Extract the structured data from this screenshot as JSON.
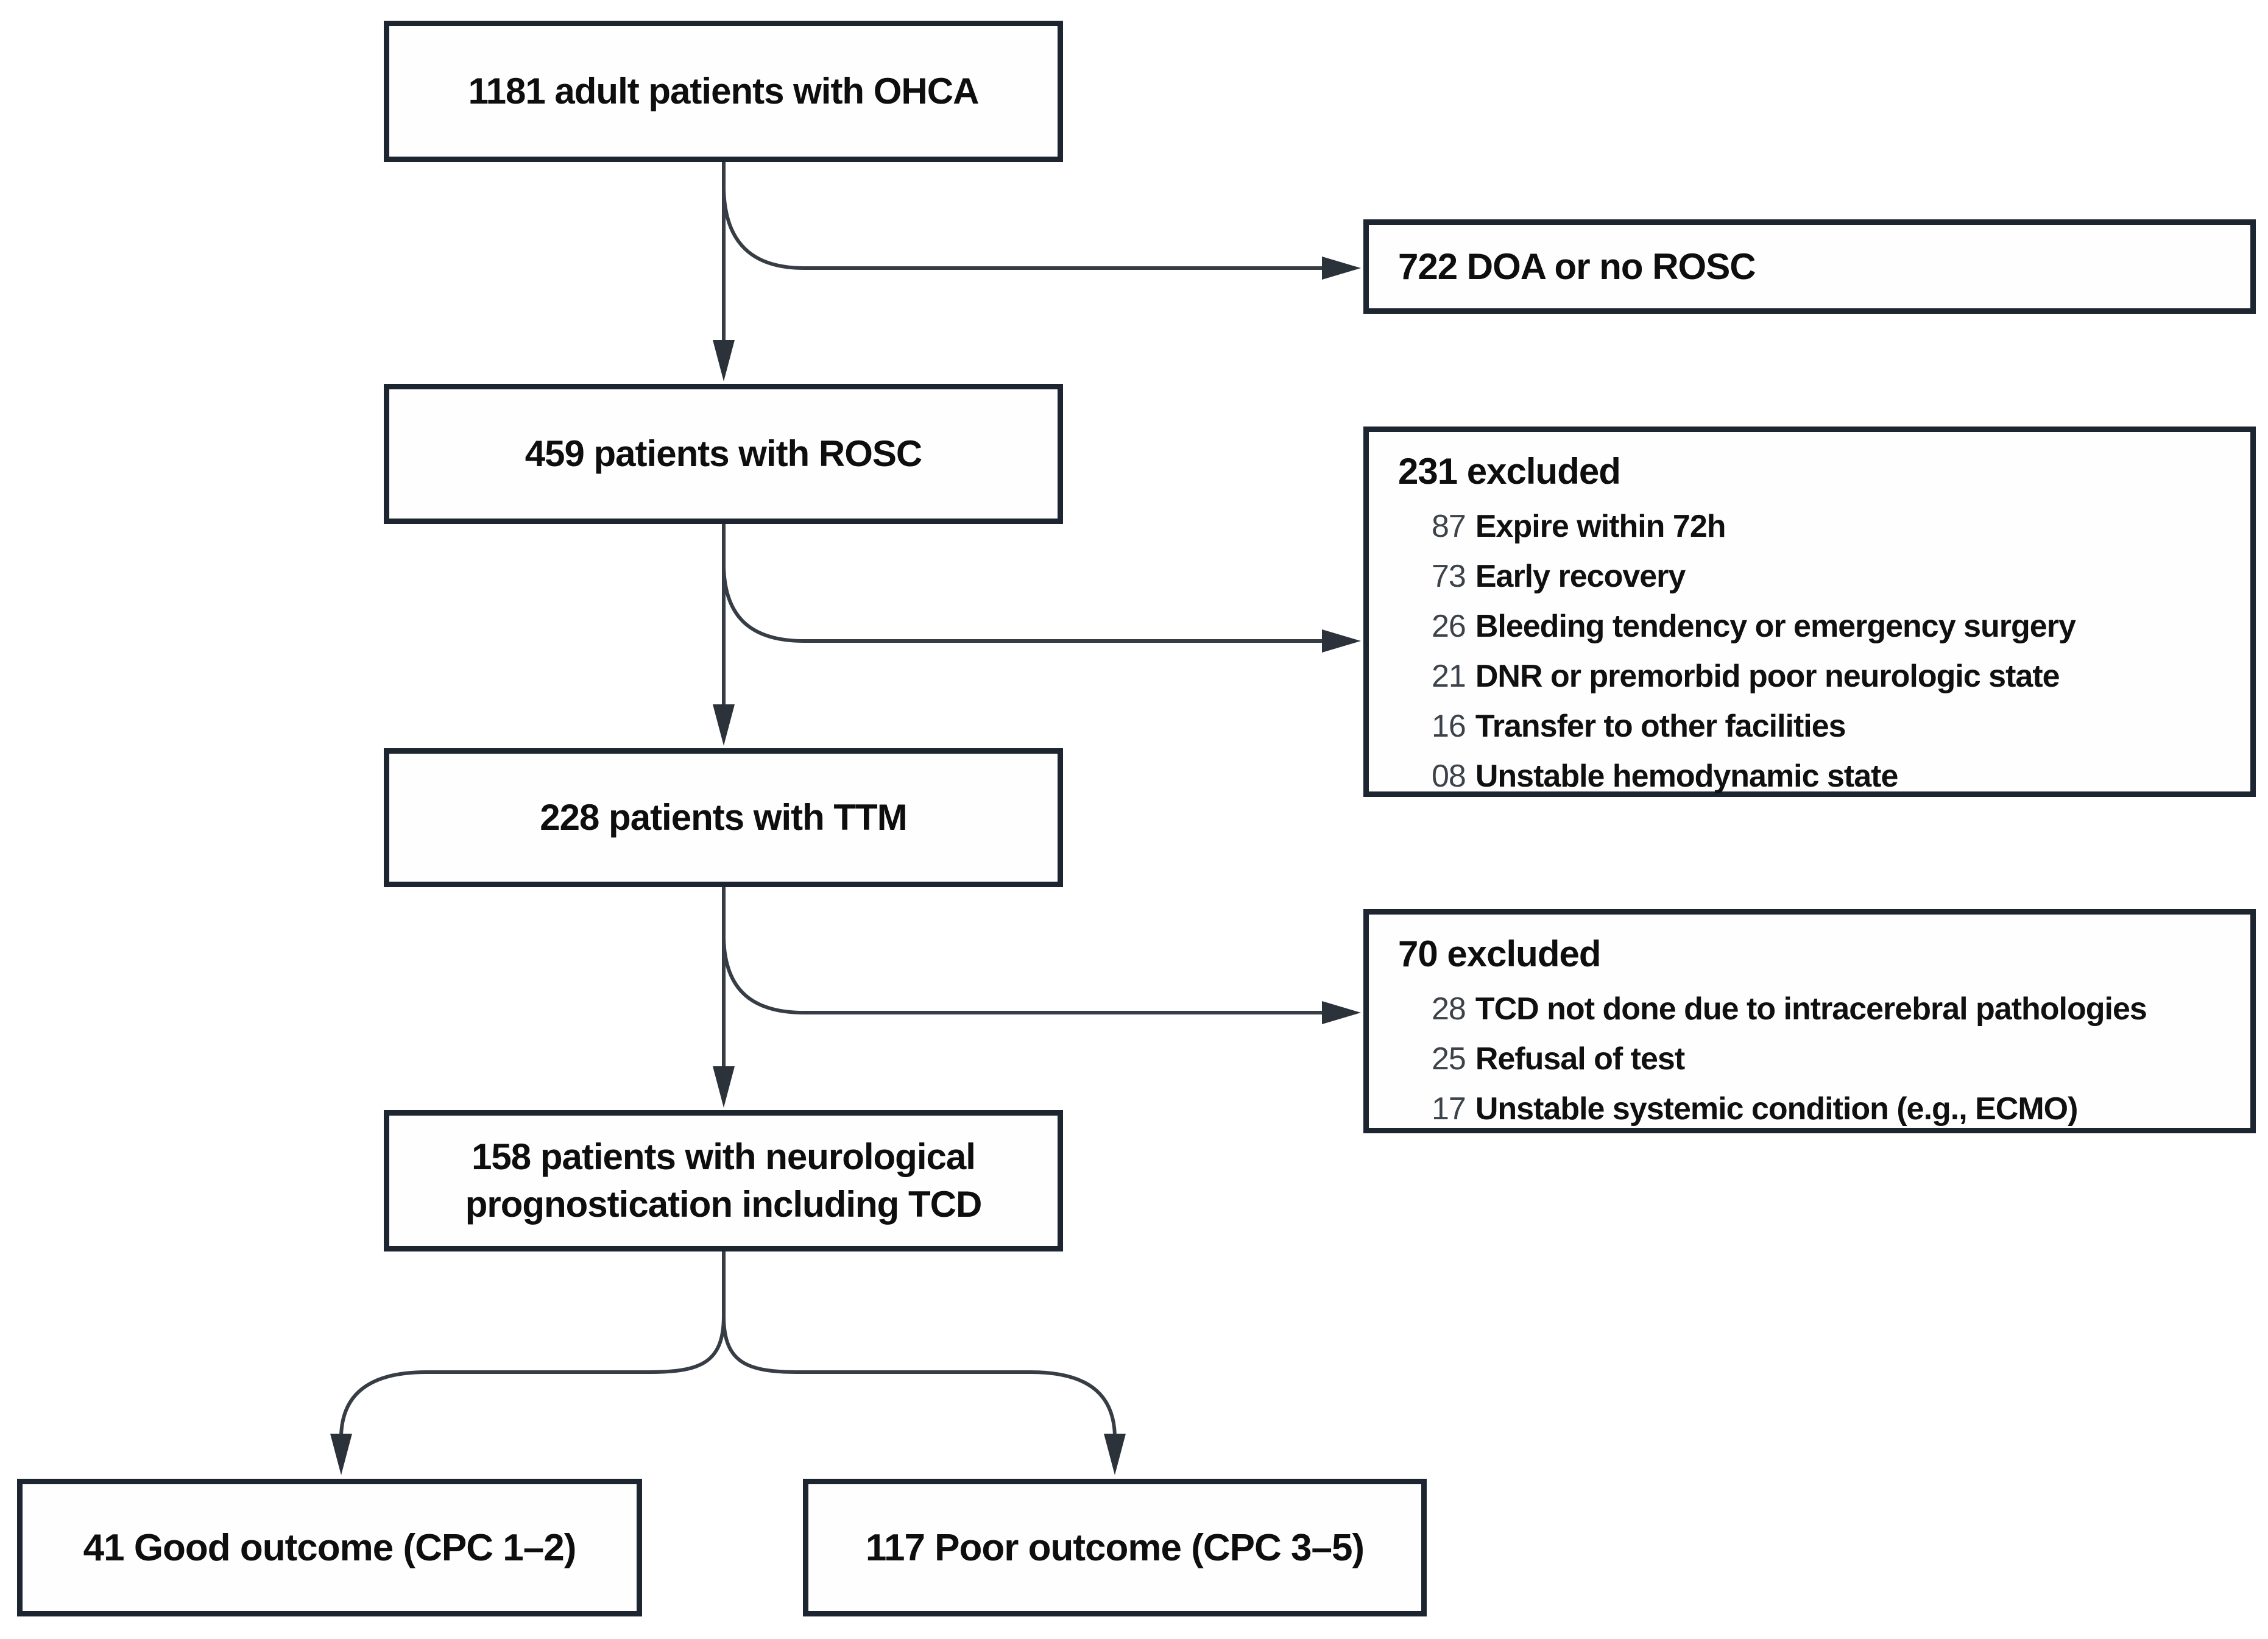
{
  "figure": {
    "type": "patient-flow-diagram",
    "colors": {
      "background": "#ffffff",
      "box_border": "#1d2630",
      "connector": "#363d45",
      "text": "#0e0e0e",
      "count_text": "#3c434b"
    },
    "flow": [
      {
        "label": "1181 adult patients with OHCA"
      },
      {
        "label": "459 patients with ROSC"
      },
      {
        "label": "228 patients with TTM"
      },
      {
        "label": "158 patients with neurological prognostication including TCD"
      }
    ],
    "side_boxes": [
      {
        "title": "722 DOA or no ROSC",
        "items": []
      },
      {
        "title": "231 excluded",
        "items": [
          {
            "count": "87",
            "reason": "Expire within 72h"
          },
          {
            "count": "73",
            "reason": "Early recovery"
          },
          {
            "count": "26",
            "reason": "Bleeding tendency or emergency surgery"
          },
          {
            "count": "21",
            "reason": "DNR or premorbid poor neurologic state"
          },
          {
            "count": "16",
            "reason": "Transfer to other facilities"
          },
          {
            "count": "08",
            "reason": "Unstable hemodynamic state"
          }
        ]
      },
      {
        "title": "70 excluded",
        "items": [
          {
            "count": "28",
            "reason": "TCD not done due to intracerebral pathologies"
          },
          {
            "count": "25",
            "reason": "Refusal of test"
          },
          {
            "count": "17",
            "reason": "Unstable systemic condition (e.g., ECMO)"
          }
        ]
      }
    ],
    "outcomes": [
      {
        "label": "41 Good outcome (CPC 1–2)"
      },
      {
        "label": "117 Poor outcome (CPC 3–5)"
      }
    ]
  }
}
